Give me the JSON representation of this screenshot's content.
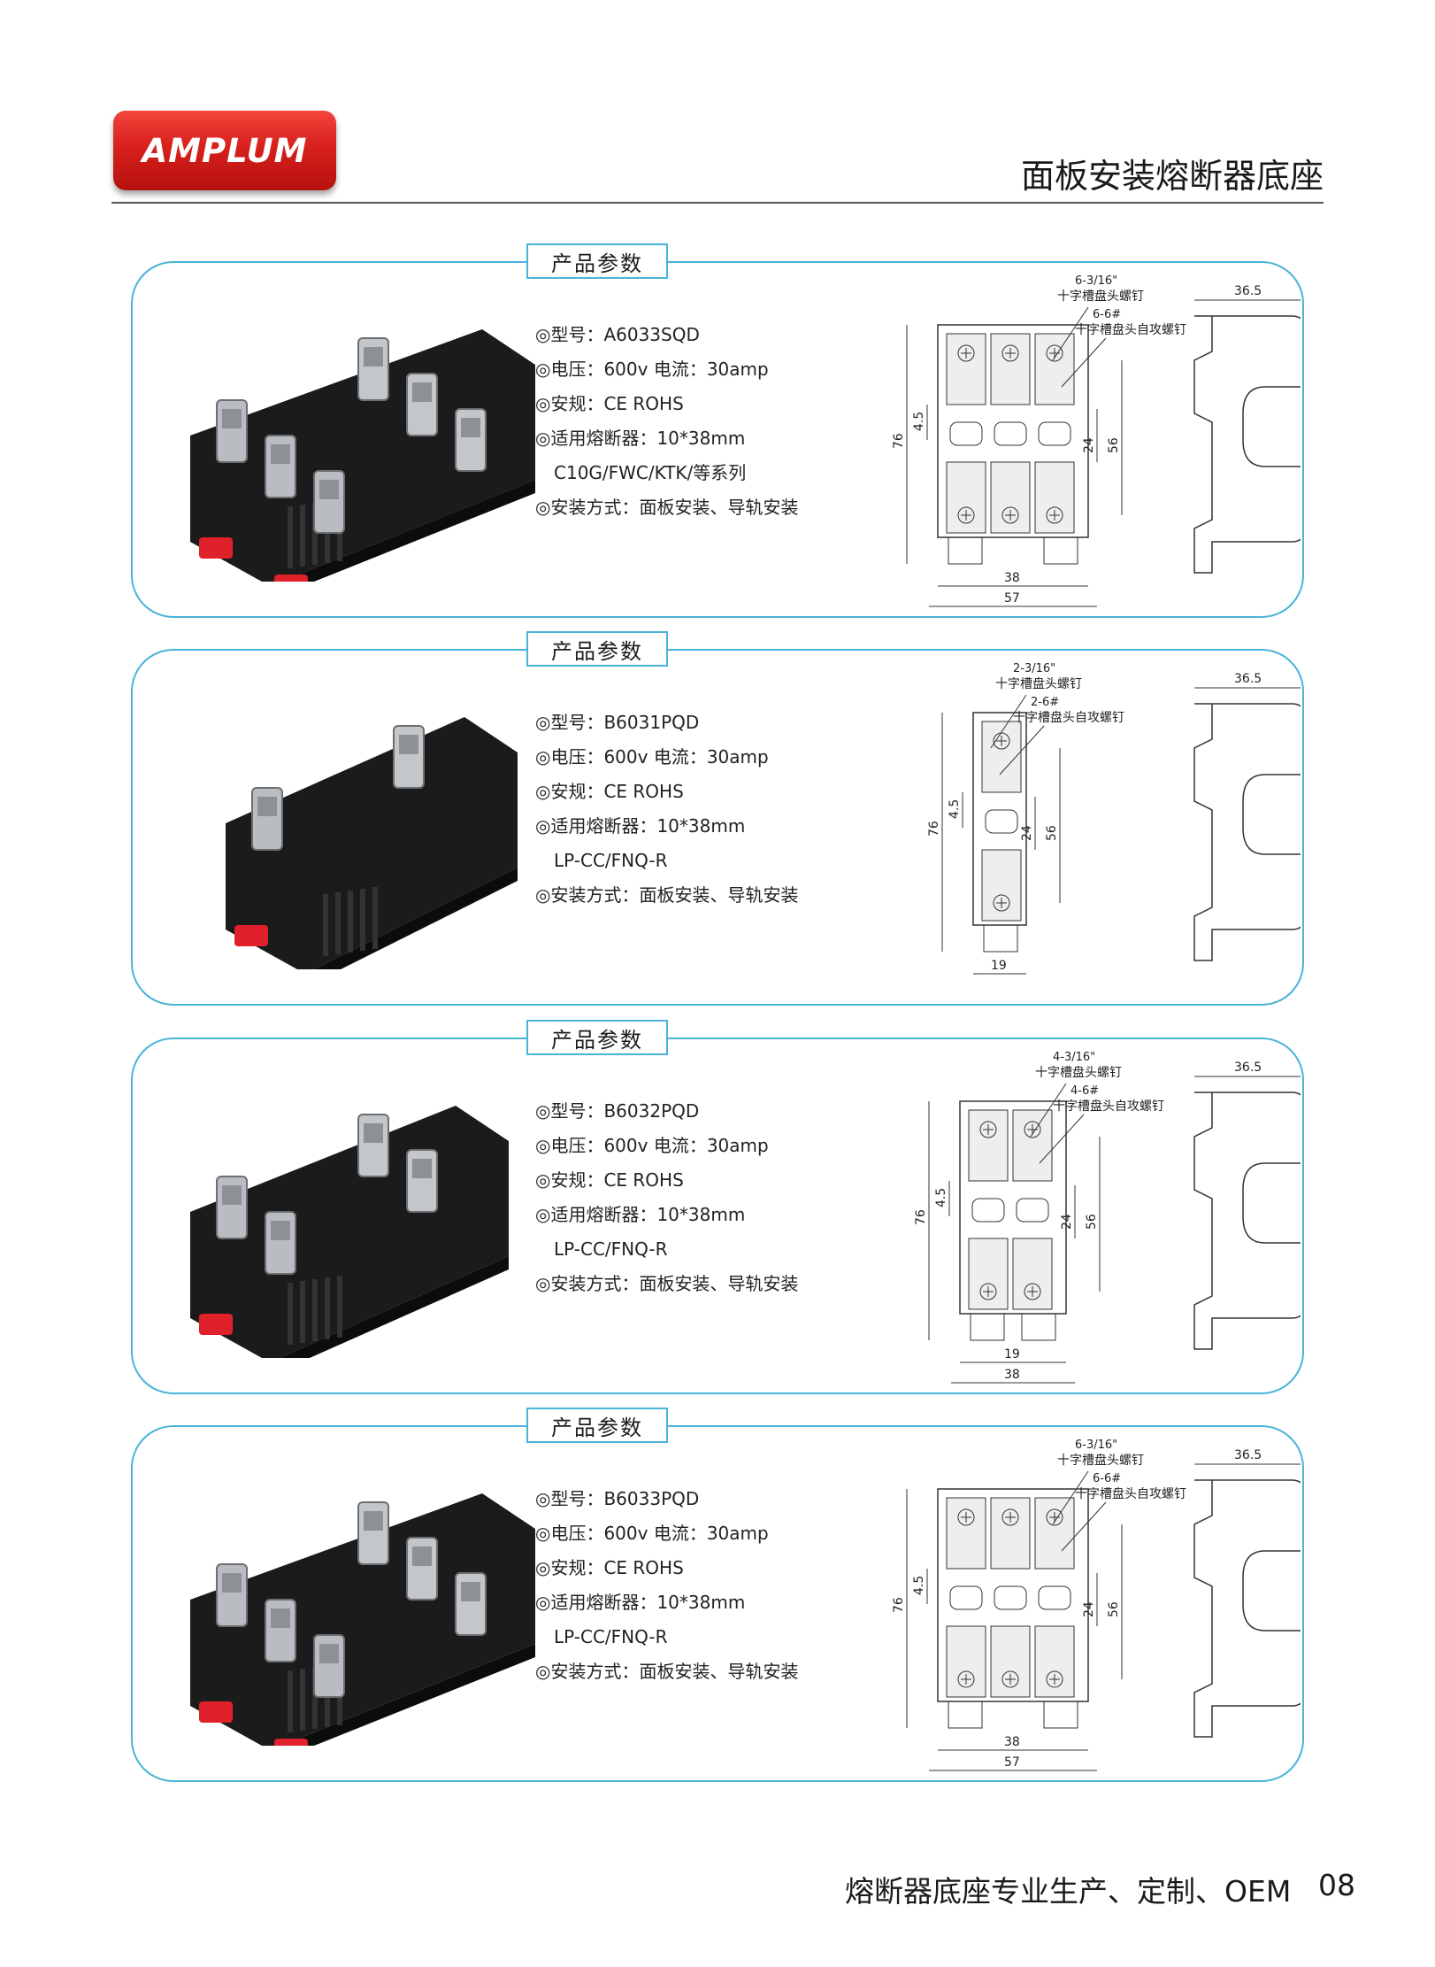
{
  "brand": {
    "logo_text": "AMPLUM"
  },
  "header": {
    "title": "面板安装熔断器底座"
  },
  "footer": {
    "text": "熔断器底座专业生产、定制、OEM",
    "page_number": "08"
  },
  "colors": {
    "brand_red": "#d8201c",
    "panel_border": "#49b4d8",
    "housing": "#1b1b1b",
    "tab_red": "#e0202a"
  },
  "bullet_symbol": "◎",
  "products": [
    {
      "tab": "产品参数",
      "model": "◎型号：A6033SQD",
      "voltage": "◎电压：600v 电流：30amp",
      "cert": "◎安规：CE ROHS",
      "fuse": "◎适用熔断器：10*38mm",
      "fuse_series": "C10G/FWC/KTK/等系列",
      "mount": "◎安装方式：面板安装、导轨安装",
      "poles": 3,
      "dims": {
        "screw_top": "6-3/16\"",
        "screw_top_name": "十字槽盘头螺钉",
        "screw_self": "6-6#",
        "screw_self_name": "十字槽盘头自攻螺钉",
        "height": "76",
        "small": "4.5",
        "inner": "24",
        "mid": "56",
        "depth": "36.5",
        "width_inner": "38",
        "width_outer": "57"
      }
    },
    {
      "tab": "产品参数",
      "model": "◎型号：B6031PQD",
      "voltage": "◎电压：600v 电流：30amp",
      "cert": "◎安规：CE ROHS",
      "fuse": "◎适用熔断器：10*38mm",
      "fuse_series": "LP-CC/FNQ-R",
      "mount": "◎安装方式：面板安装、导轨安装",
      "poles": 1,
      "dims": {
        "screw_top": "2-3/16\"",
        "screw_top_name": "十字槽盘头螺钉",
        "screw_self": "2-6#",
        "screw_self_name": "十字槽盘头自攻螺钉",
        "height": "76",
        "small": "4.5",
        "inner": "24",
        "mid": "56",
        "depth": "36.5",
        "width_inner": "19"
      }
    },
    {
      "tab": "产品参数",
      "model": "◎型号：B6032PQD",
      "voltage": "◎电压：600v 电流：30amp",
      "cert": "◎安规：CE ROHS",
      "fuse": "◎适用熔断器：10*38mm",
      "fuse_series": "LP-CC/FNQ-R",
      "mount": "◎安装方式：面板安装、导轨安装",
      "poles": 2,
      "dims": {
        "screw_top": "4-3/16\"",
        "screw_top_name": "十字槽盘头螺钉",
        "screw_self": "4-6#",
        "screw_self_name": "十字槽盘头自攻螺钉",
        "height": "76",
        "small": "4.5",
        "inner": "24",
        "mid": "56",
        "depth": "36.5",
        "width_inner": "19",
        "width_outer": "38"
      }
    },
    {
      "tab": "产品参数",
      "model": "◎型号：B6033PQD",
      "voltage": "◎电压：600v 电流：30amp",
      "cert": "◎安规：CE ROHS",
      "fuse": "◎适用熔断器：10*38mm",
      "fuse_series": "LP-CC/FNQ-R",
      "mount": "◎安装方式：面板安装、导轨安装",
      "poles": 3,
      "dims": {
        "screw_top": "6-3/16\"",
        "screw_top_name": "十字槽盘头螺钉",
        "screw_self": "6-6#",
        "screw_self_name": "十字槽盘头自攻螺钉",
        "height": "76",
        "small": "4.5",
        "inner": "24",
        "mid": "56",
        "depth": "36.5",
        "width_inner": "38",
        "width_outer": "57"
      }
    }
  ]
}
